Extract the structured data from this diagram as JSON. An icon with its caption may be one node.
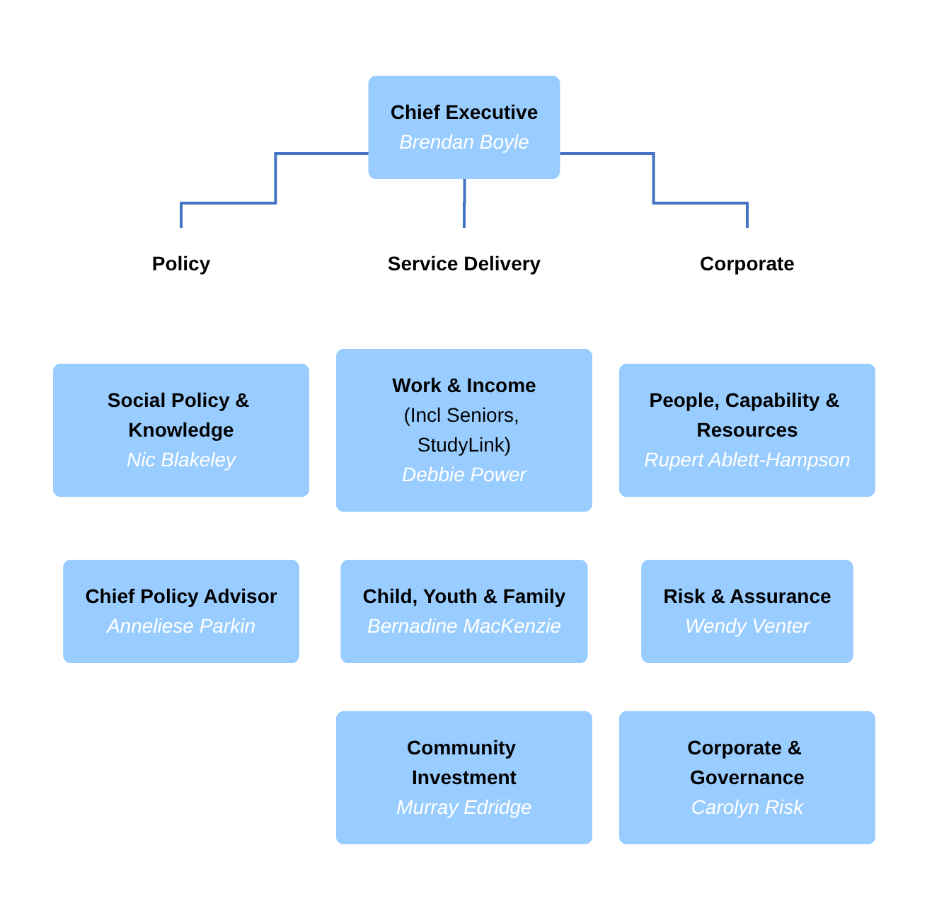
{
  "diagram": {
    "nodes": [
      {
        "text": [
          "Chief Executive",
          "Brendan Boyle"
        ]
      },
      {
        "text": [
          "Policy"
        ]
      },
      {
        "text": [
          "Service Delivery"
        ]
      },
      {
        "text": [
          "Corporate"
        ]
      },
      {
        "text": [
          "Social Policy & Knowledge",
          "Nic Blakeley"
        ]
      },
      {
        "text": [
          "Work & Income",
          "(Incl Seniors, StudyLink)",
          "Debbie Power"
        ]
      },
      {
        "text": [
          "People, Capability & Resources",
          "Rupert Ablett-Hampson"
        ]
      },
      {
        "text": [
          "Chief Policy Advisor",
          "Anneliese Parkin"
        ]
      },
      {
        "text": [
          "Child, Youth & Family",
          "Bernadine MacKenzie"
        ]
      },
      {
        "text": [
          "Risk & Assurance",
          "Wendy Venter"
        ]
      },
      {
        "text": [
          "Community Investment",
          "Murray Edridge"
        ]
      },
      {
        "text": [
          "Corporate & Governance",
          "Carolyn Risk"
        ]
      }
    ],
    "edges": [
      {
        "from": 0,
        "to": 1,
        "arrow": "none"
      },
      {
        "from": 0,
        "to": 2,
        "arrow": "none"
      },
      {
        "from": 0,
        "to": 3,
        "arrow": "none"
      }
    ]
  }
}
